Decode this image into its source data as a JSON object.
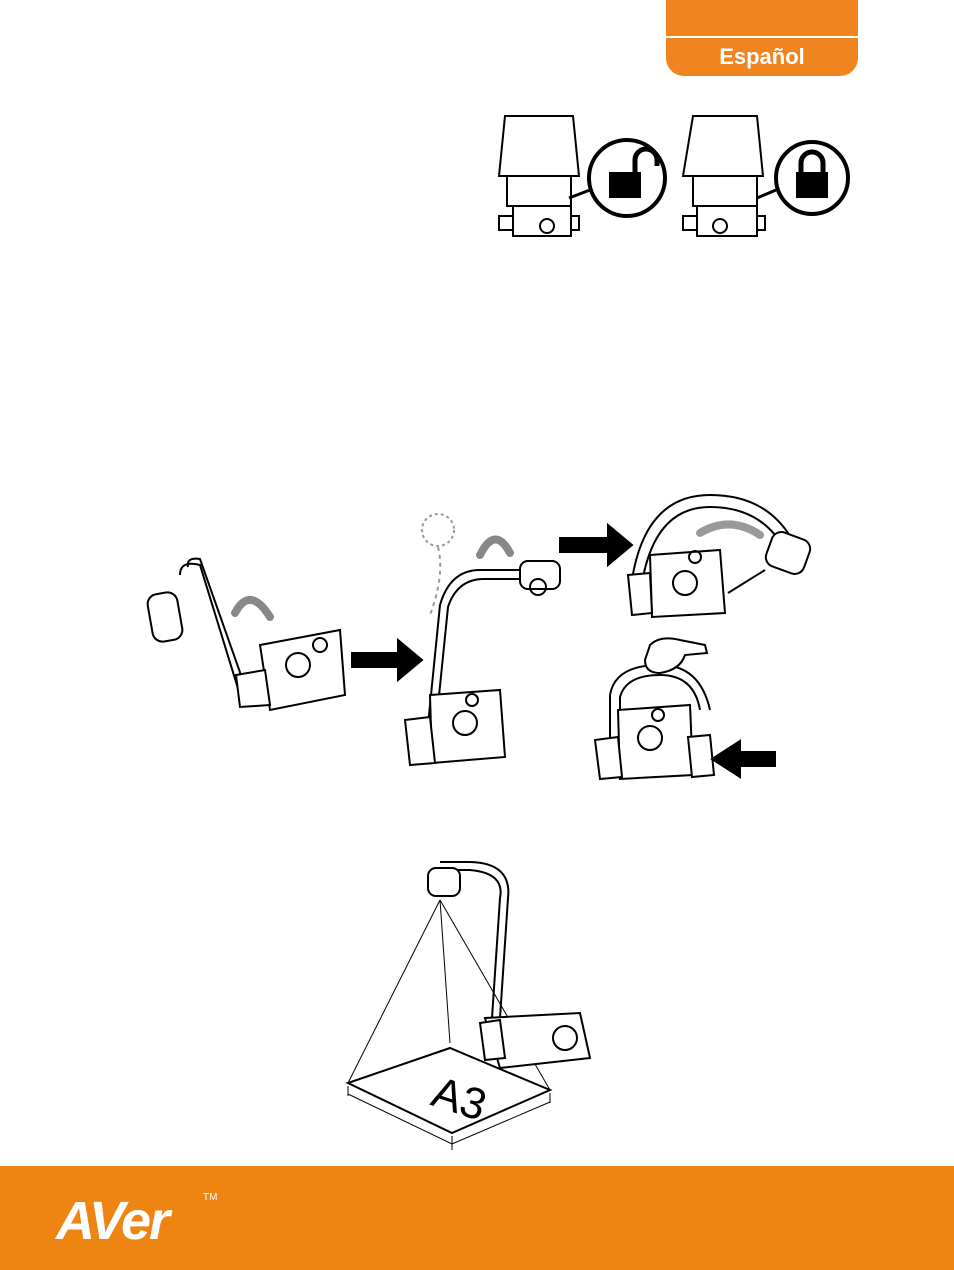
{
  "language_tab": {
    "label": "Español"
  },
  "illustrations": {
    "lock_unlocked": {
      "icon": "unlock-icon"
    },
    "lock_locked": {
      "icon": "lock-icon"
    },
    "a3_paper": {
      "label": "A3"
    }
  },
  "footer": {
    "logo_text": "AVer",
    "trademark": "TM"
  },
  "colors": {
    "accent": "#f0851f",
    "footer": "#ee8513"
  }
}
